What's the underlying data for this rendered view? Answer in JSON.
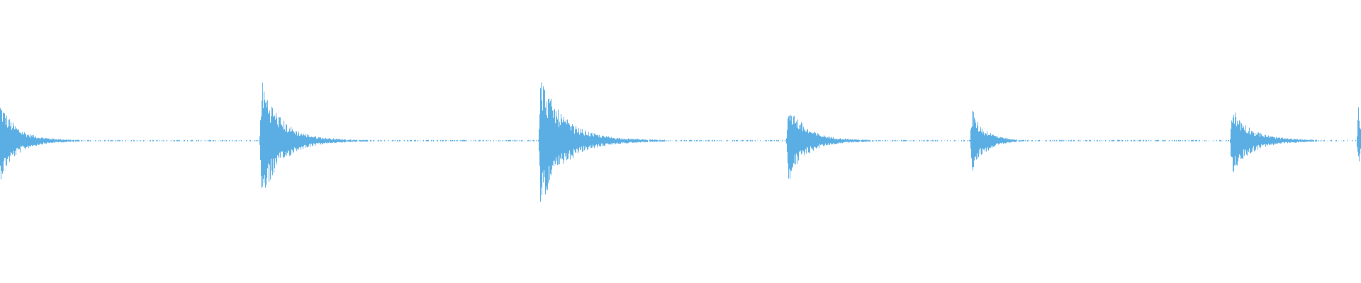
{
  "waveform": {
    "color": "#5aaee3",
    "background": "#ffffff",
    "duration_fraction_per_event": true,
    "events": [
      {
        "position": 0.0,
        "peak_up": 0.52,
        "peak_down": 0.52,
        "decay": 0.03
      },
      {
        "position": 0.192,
        "peak_up": 0.86,
        "peak_down": 0.86,
        "decay": 0.038
      },
      {
        "position": 0.397,
        "peak_up": 0.9,
        "peak_down": 0.92,
        "decay": 0.046
      },
      {
        "position": 0.579,
        "peak_up": 0.52,
        "peak_down": 0.54,
        "decay": 0.032
      },
      {
        "position": 0.714,
        "peak_up": 0.42,
        "peak_down": 0.42,
        "decay": 0.02,
        "secondary": {
          "offset": 0.01,
          "amp": 0.18
        }
      },
      {
        "position": 0.905,
        "peak_up": 0.44,
        "peak_down": 0.44,
        "decay": 0.034
      },
      {
        "position": 0.998,
        "peak_up": 0.46,
        "peak_down": 0.4,
        "decay": 0.004
      }
    ],
    "noise_floor": 0.012
  }
}
